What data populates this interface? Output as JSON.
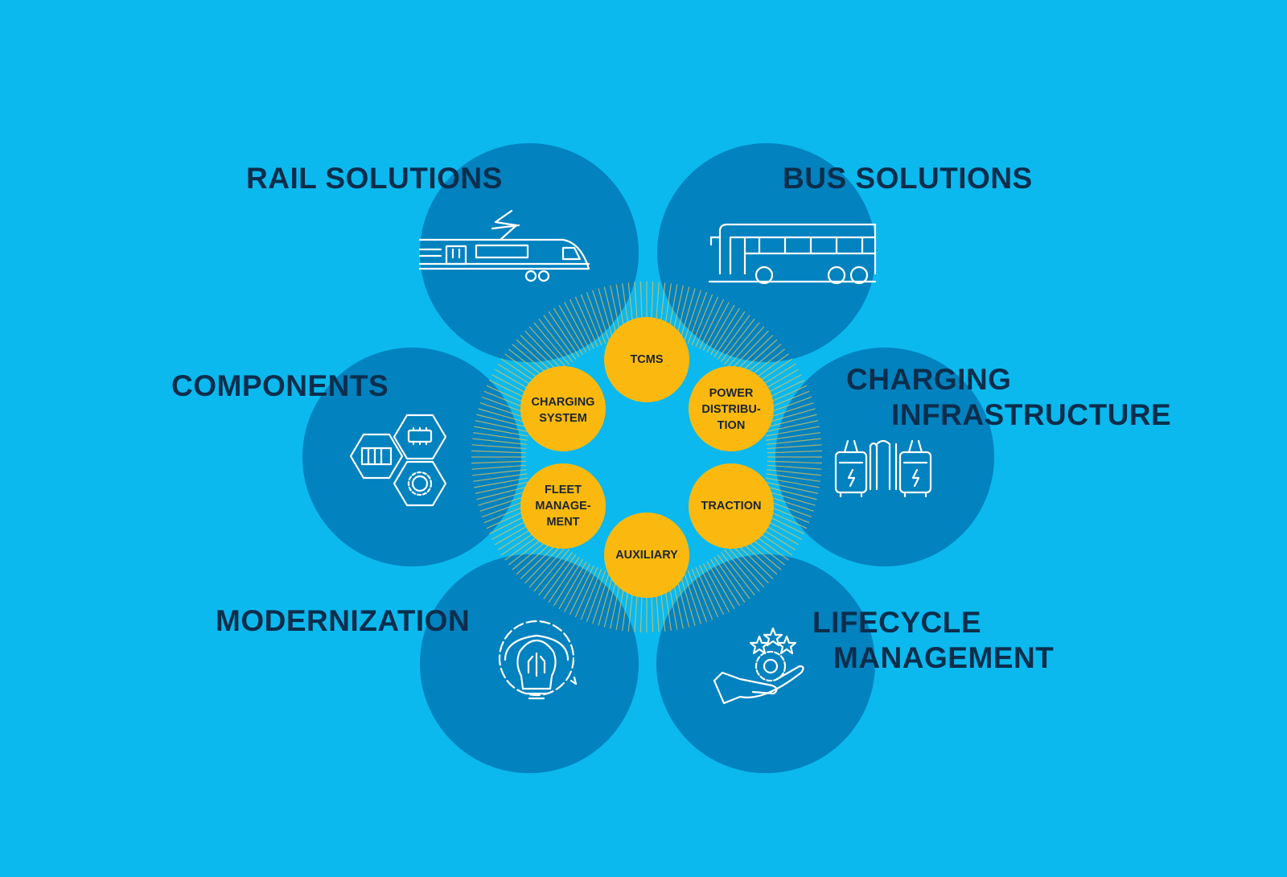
{
  "colors": {
    "background": "#0bb9ee",
    "outer_circle": "#0282bf",
    "inner_circle": "#fbb90f",
    "label_dark": "#0b2e4c",
    "icon_stroke": "#ffffff",
    "rays": "#e4c35a"
  },
  "solutions": [
    {
      "id": "rail",
      "lines": [
        "RAIL SOLUTIONS"
      ],
      "icon": "train-icon"
    },
    {
      "id": "bus",
      "lines": [
        "BUS SOLUTIONS"
      ],
      "icon": "bus-icon"
    },
    {
      "id": "components",
      "lines": [
        "COMPONENTS"
      ],
      "icon": "hexagon-components-icon"
    },
    {
      "id": "charging",
      "lines": [
        "CHARGING",
        "INFRASTRUCTURE"
      ],
      "icon": "charging-bus-icon"
    },
    {
      "id": "modernization",
      "lines": [
        "MODERNIZATION"
      ],
      "icon": "lightbulb-gear-icon"
    },
    {
      "id": "lifecycle",
      "lines": [
        "LIFECYCLE",
        "MANAGEMENT"
      ],
      "icon": "hand-gear-stars-icon"
    }
  ],
  "core": [
    {
      "id": "tcms",
      "lines": [
        "TCMS"
      ]
    },
    {
      "id": "power",
      "lines": [
        "POWER",
        "DISTRIBU-",
        "TION"
      ]
    },
    {
      "id": "traction",
      "lines": [
        "TRACTION"
      ]
    },
    {
      "id": "auxiliary",
      "lines": [
        "AUXILIARY"
      ]
    },
    {
      "id": "fleet",
      "lines": [
        "FLEET",
        "MANAGE-",
        "MENT"
      ]
    },
    {
      "id": "charging_system",
      "lines": [
        "CHARGING",
        "SYSTEM"
      ]
    }
  ]
}
